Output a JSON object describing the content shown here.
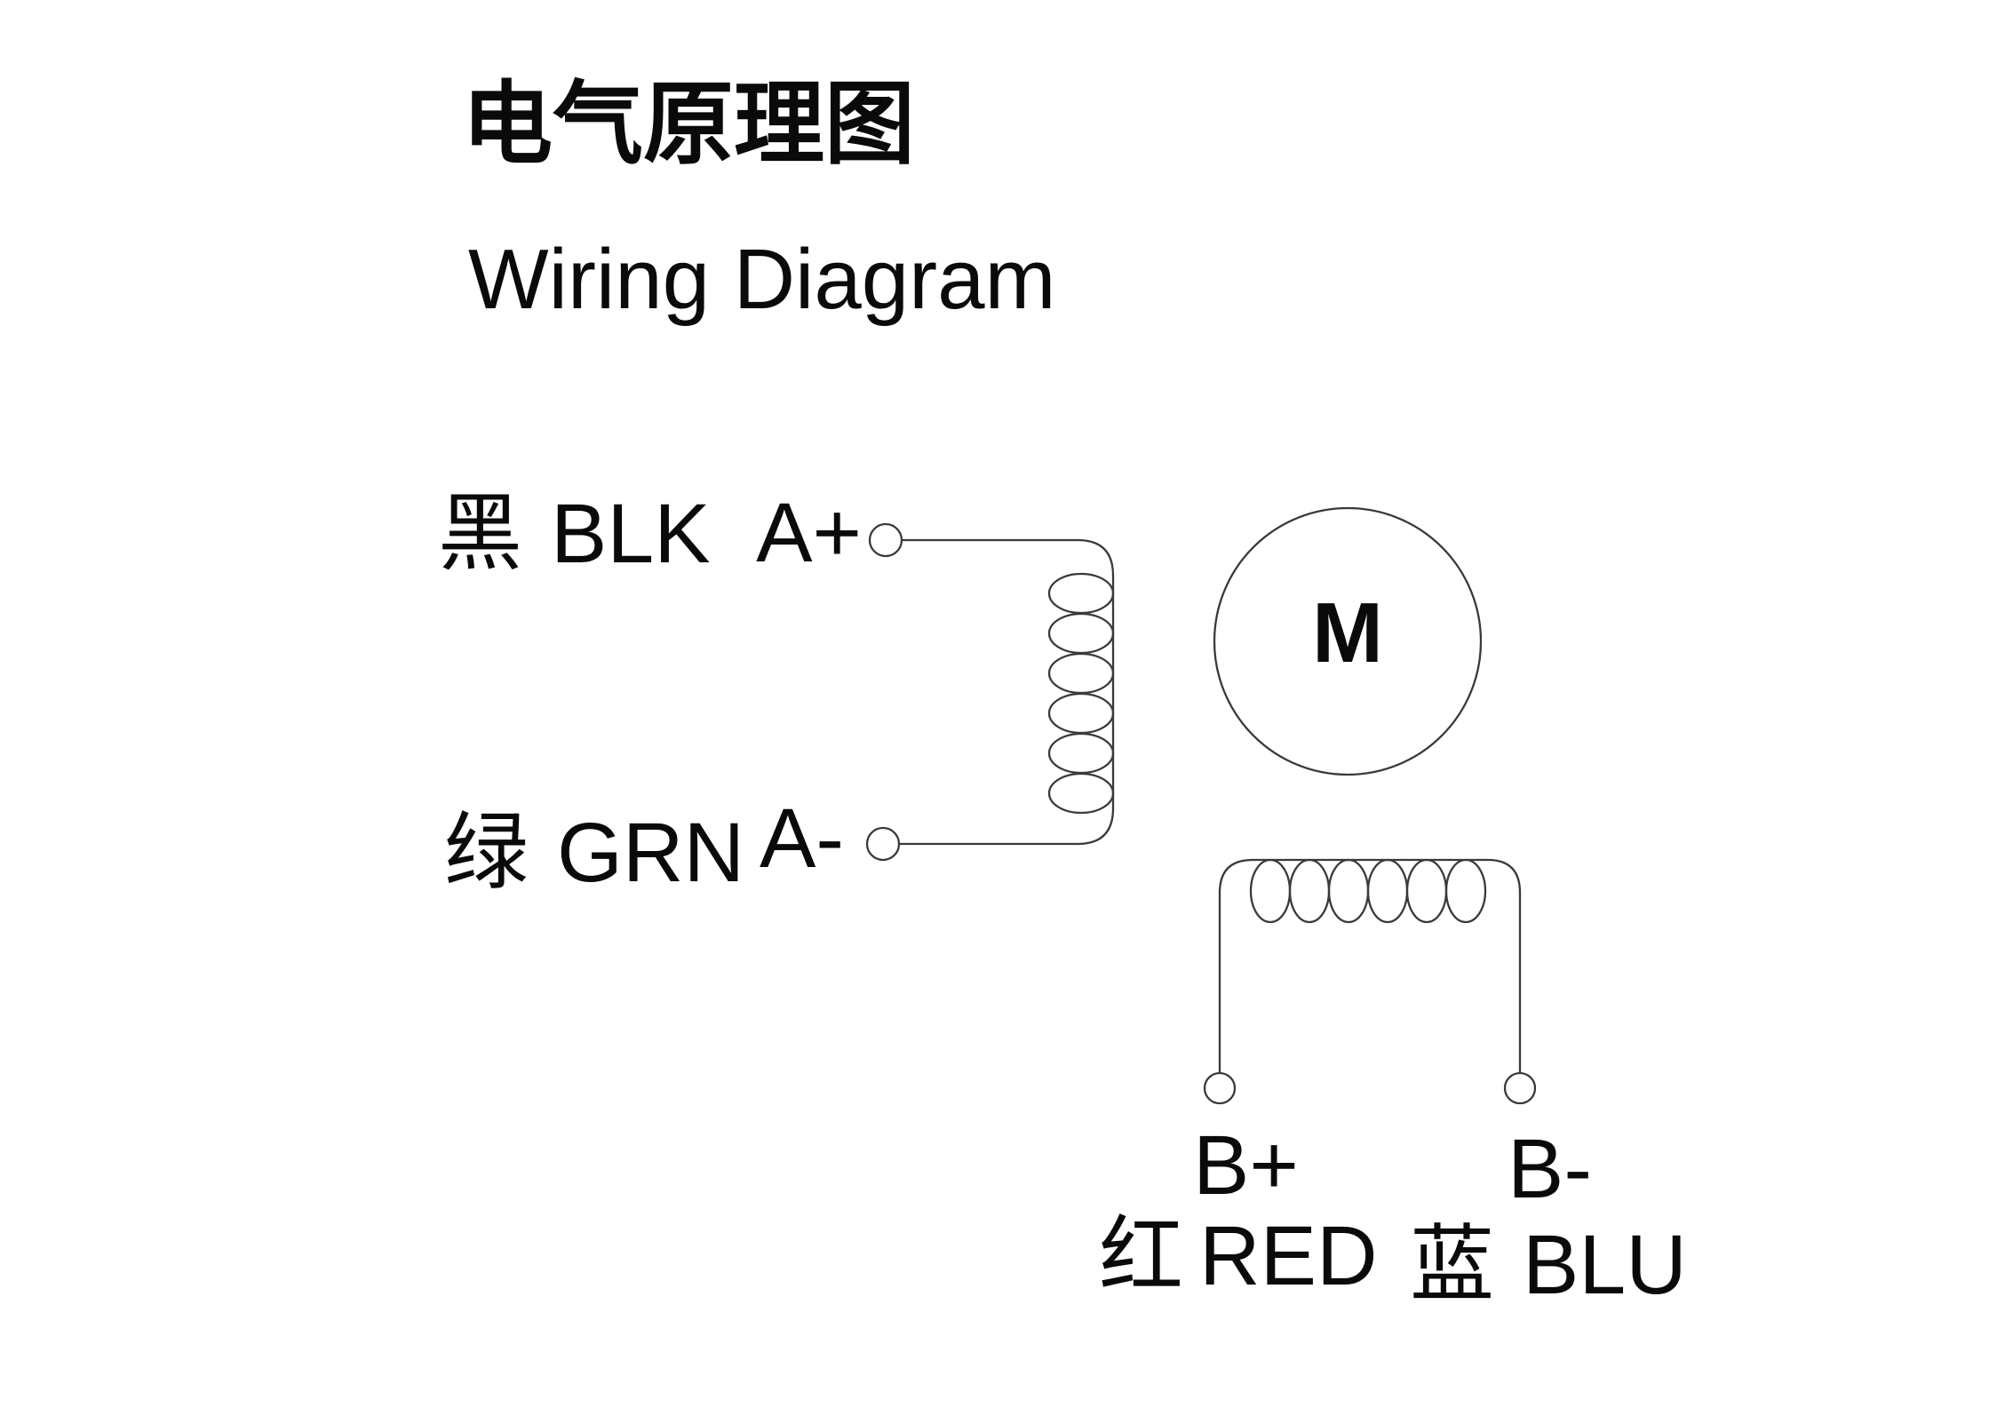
{
  "colors": {
    "background": "#ffffff",
    "text": "#0a0a0a",
    "line": "#3a3a3a"
  },
  "header": {
    "title_zh": "电气原理图",
    "title_en": "Wiring Diagram"
  },
  "motor": {
    "label": "M"
  },
  "phase_a": {
    "positive": {
      "wire_color_zh": "黑",
      "wire_color_abbr": "BLK",
      "terminal": "A+"
    },
    "negative": {
      "wire_color_zh": "绿",
      "wire_color_abbr": "GRN",
      "terminal": "A-"
    }
  },
  "phase_b": {
    "positive": {
      "terminal": "B+",
      "wire_color_zh": "红",
      "wire_color_abbr": "RED"
    },
    "negative": {
      "terminal": "B-",
      "wire_color_zh": "蓝",
      "wire_color_abbr": "BLU"
    }
  }
}
